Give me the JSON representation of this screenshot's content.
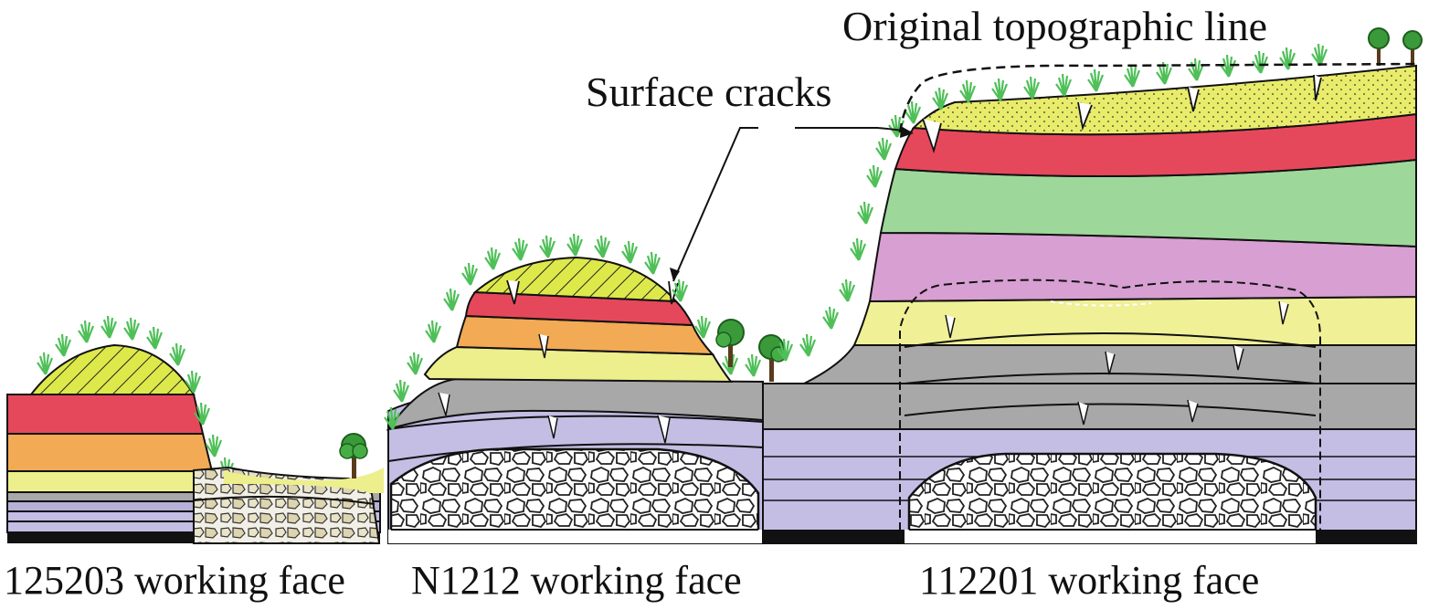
{
  "labels": {
    "original_topographic_line": "Original topographic line",
    "surface_cracks": "Surface cracks",
    "face_left": "125203 working face",
    "face_middle": "N1212 working face",
    "face_right": "112201 working face"
  },
  "colors": {
    "red": "#e6485b",
    "orange": "#f2aa55",
    "yellow_green": "#ecef8c",
    "hatch_yellow": "#dde94a",
    "pale_yellow": "#f0f096",
    "grey": "#a8a8a8",
    "lavender": "#c4bde4",
    "green": "#9ed79a",
    "pink_purple": "#d89fd2",
    "black": "#111111",
    "grass": "#4fbf58",
    "tree": "#3a9a3a"
  }
}
